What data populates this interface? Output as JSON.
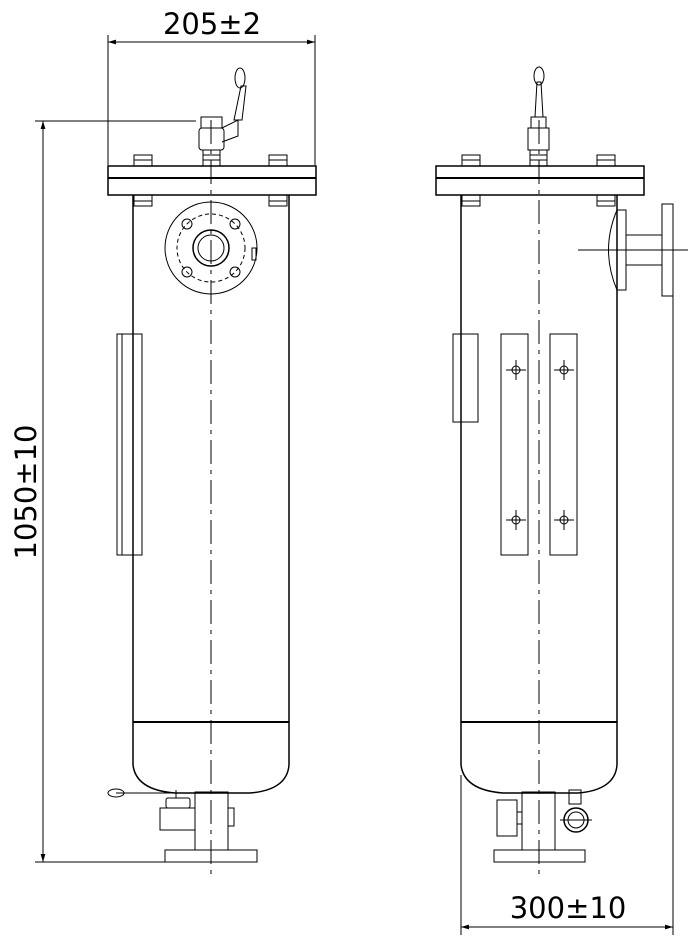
{
  "drawing": {
    "colors": {
      "line": "#000000",
      "background": "#ffffff"
    },
    "dimensions": {
      "top_width": "205±2",
      "height": "1050±10",
      "bottom_width": "300±10"
    }
  }
}
